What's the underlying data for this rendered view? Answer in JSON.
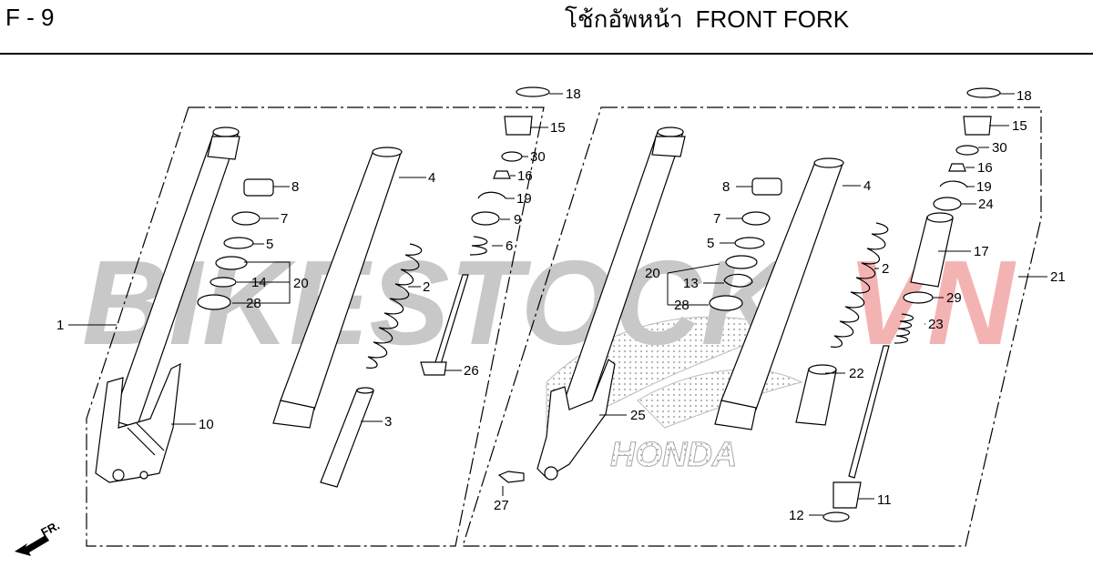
{
  "header": {
    "page_code": "F - 9",
    "title_thai": "โช้กอัพหน้า",
    "title_en": "FRONT FORK"
  },
  "watermark": {
    "part1": "BIKESTOCK",
    "part2": "VN",
    "part1_color": "#c8c8c8",
    "part2_color": "#f4b3b3"
  },
  "logo_text": "HONDA",
  "direction_label": "FR.",
  "left_labels": {
    "n1": "1",
    "n2": "2",
    "n3": "3",
    "n4": "4",
    "n5": "5",
    "n6": "6",
    "n7": "7",
    "n8": "8",
    "n9": "9",
    "n10": "10",
    "n14": "14",
    "n15": "15",
    "n16": "16",
    "n18": "18",
    "n19": "19",
    "n20": "20",
    "n26": "26",
    "n28": "28",
    "n30": "30"
  },
  "right_labels": {
    "n2": "2",
    "n4": "4",
    "n5": "5",
    "n7": "7",
    "n8": "8",
    "n11": "11",
    "n12": "12",
    "n13": "13",
    "n15": "15",
    "n16": "16",
    "n17": "17",
    "n18": "18",
    "n19": "19",
    "n20": "20",
    "n21": "21",
    "n22": "22",
    "n23": "23",
    "n24": "24",
    "n25": "25",
    "n27": "27",
    "n28": "28",
    "n29": "29",
    "n30": "30"
  }
}
